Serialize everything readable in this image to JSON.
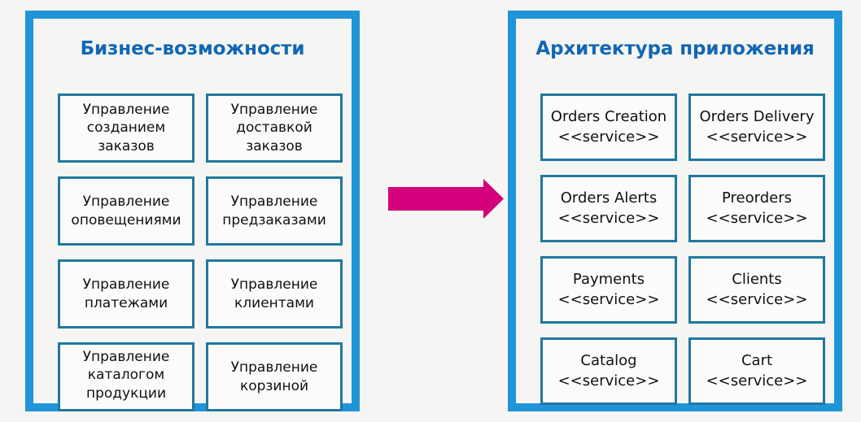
{
  "colors": {
    "background": "#f5f5f3",
    "panel_frame": "#1f95d8",
    "box_border": "#20789f",
    "title_text": "#1167b4",
    "box_text": "#111111",
    "arrow": "#d4007c"
  },
  "left_panel": {
    "title": "Бизнес-возможности",
    "rows": [
      [
        {
          "lines": [
            "Управление",
            "созданием",
            "заказов"
          ]
        },
        {
          "lines": [
            "Управление",
            "доставкой",
            "заказов"
          ]
        }
      ],
      [
        {
          "lines": [
            "Управление",
            "оповещениями"
          ]
        },
        {
          "lines": [
            "Управление",
            "предзаказами"
          ]
        }
      ],
      [
        {
          "lines": [
            "Управление",
            "платежами"
          ]
        },
        {
          "lines": [
            "Управление",
            "клиентами"
          ]
        }
      ],
      [
        {
          "lines": [
            "Управление",
            "каталогом",
            "продукции"
          ]
        },
        {
          "lines": [
            "Управление",
            "корзиной"
          ]
        }
      ]
    ]
  },
  "right_panel": {
    "title": "Архитектура приложения",
    "stereotype": "<<service>>",
    "rows": [
      [
        {
          "name": "Orders Creation",
          "stereotype": "<<service>>"
        },
        {
          "name": "Orders Delivery",
          "stereotype": "<<service>>"
        }
      ],
      [
        {
          "name": "Orders Alerts",
          "stereotype": "<<service>>"
        },
        {
          "name": "Preorders",
          "stereotype": "<<service>>"
        }
      ],
      [
        {
          "name": "Payments",
          "stereotype": "<<service>>"
        },
        {
          "name": "Clients",
          "stereotype": "<<service>>"
        }
      ],
      [
        {
          "name": "Catalog",
          "stereotype": "<<service>>"
        },
        {
          "name": "Cart",
          "stereotype": "<<service>>"
        }
      ]
    ]
  },
  "arrow": {
    "direction": "right",
    "color": "#d4007c"
  }
}
